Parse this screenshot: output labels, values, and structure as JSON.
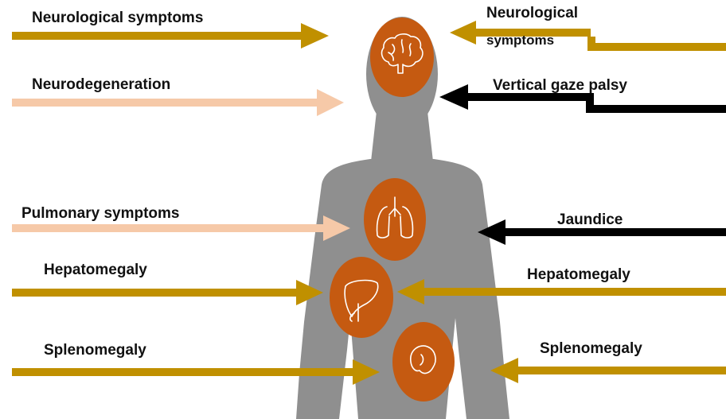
{
  "colors": {
    "gold_arrow": "#C09000",
    "peach_arrow": "#F6C9A8",
    "black_arrow": "#000000",
    "silhouette": "#8F8F8F",
    "organ_fill": "#C55A11",
    "organ_line": "#FFFFFF"
  },
  "left_labels": {
    "neuro": "Neurological symptoms",
    "neurodegeneration": "Neurodegeneration",
    "pulmonary": "Pulmonary symptoms",
    "hepatomegaly": "Hepatomegaly",
    "splenomegaly": "Splenomegaly"
  },
  "right_labels": {
    "neuro_line1": "Neurological",
    "neuro_line2": "symptoms",
    "gaze": "Vertical gaze palsy",
    "jaundice": "Jaundice",
    "hepatomegaly": "Hepatomegaly",
    "splenomegaly": "Splenomegaly"
  },
  "organs": [
    {
      "name": "brain",
      "icon": "brain-icon"
    },
    {
      "name": "lungs",
      "icon": "lungs-icon"
    },
    {
      "name": "liver",
      "icon": "liver-icon"
    },
    {
      "name": "spleen",
      "icon": "spleen-icon"
    }
  ]
}
